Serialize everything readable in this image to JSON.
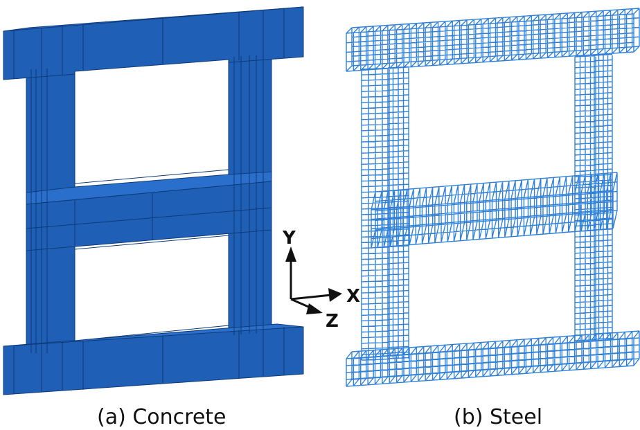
{
  "captions": {
    "concrete": "(a) Concrete",
    "steel": "(b) Steel"
  },
  "axes": {
    "x": "X",
    "y": "Y",
    "z": "Z"
  },
  "colors": {
    "concrete_fill": "#1f5fb5",
    "concrete_top": "#2a6fcc",
    "concrete_edge": "#0d3a78",
    "steel": "#2f80d8",
    "axis": "#111111"
  }
}
